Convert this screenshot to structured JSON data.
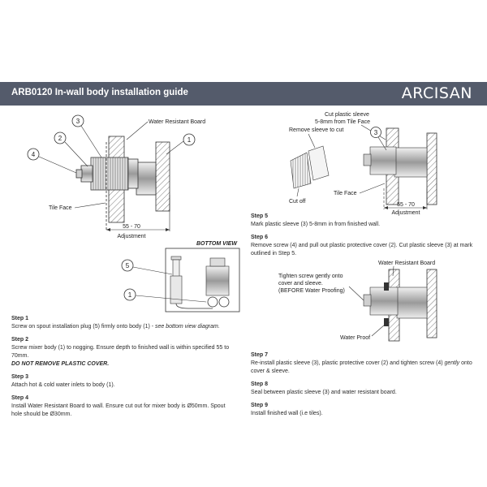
{
  "header": {
    "title": "ARB0120 In-wall body installation guide",
    "brand": "ARCISAN"
  },
  "diagram1": {
    "callouts": [
      "1",
      "2",
      "3",
      "4"
    ],
    "water_resistant_board": "Water Resistant Board",
    "tile_face": "Tile Face",
    "dimension": "55 - 70",
    "adjustment": "Adjustment"
  },
  "diagram2": {
    "title": "BOTTOM VIEW",
    "callouts": [
      "5",
      "1"
    ]
  },
  "diagram3": {
    "cut_sleeve_line1": "Cut plastic sleeve",
    "cut_sleeve_line2": "5-8mm from Tile Face",
    "remove_sleeve": "Remove sleeve to cut",
    "callout": "3",
    "cut_off": "Cut off",
    "tile_face": "Tile Face",
    "dimension": "55 - 70",
    "adjustment": "Adjustment"
  },
  "diagram4": {
    "water_resistant_board": "Water Resistant Board",
    "tighten_line1": "Tighten screw gently onto",
    "tighten_line2": "cover and sleeve.",
    "tighten_line3": "(BEFORE Water Proofing)",
    "water_proof": "Water Proof"
  },
  "steps_left": [
    {
      "title": "Step 1",
      "text": "Screw on spout installation plug (5) firmly onto body (1) - ",
      "italic": "see bottom view diagram."
    },
    {
      "title": "Step 2",
      "text": "Screw mixer body (1) to nogging. Ensure depth to finished wall is within specified 55 to 70mm.",
      "warning": "DO NOT REMOVE PLASTIC COVER."
    },
    {
      "title": "Step 3",
      "text": "Attach hot & cold water inlets to body (1)."
    },
    {
      "title": "Step 4",
      "text": "Install Water Resistant Board to wall. Ensure cut out for mixer body is Ø50mm. Spout hole should be Ø30mm."
    }
  ],
  "steps_right_top": [
    {
      "title": "Step 5",
      "text": "Mark plastic sleeve (3) 5-8mm in from finished wall."
    },
    {
      "title": "Step 6",
      "text": "Remove screw (4) and pull out plastic protective cover (2). Cut plastic sleeve (3) at mark outlined in Step 5."
    }
  ],
  "steps_right_bottom": [
    {
      "title": "Step 7",
      "text": "Re-install plastic sleeve (3), plastic protective cover (2) and tighten screw (4) ",
      "italic": "gently",
      "text2": " onto cover & sleeve."
    },
    {
      "title": "Step 8",
      "text": "Seal between plastic sleeve (3) and water resistant board."
    },
    {
      "title": "Step 9",
      "text": "Install finished wall (i.e tiles)."
    }
  ]
}
